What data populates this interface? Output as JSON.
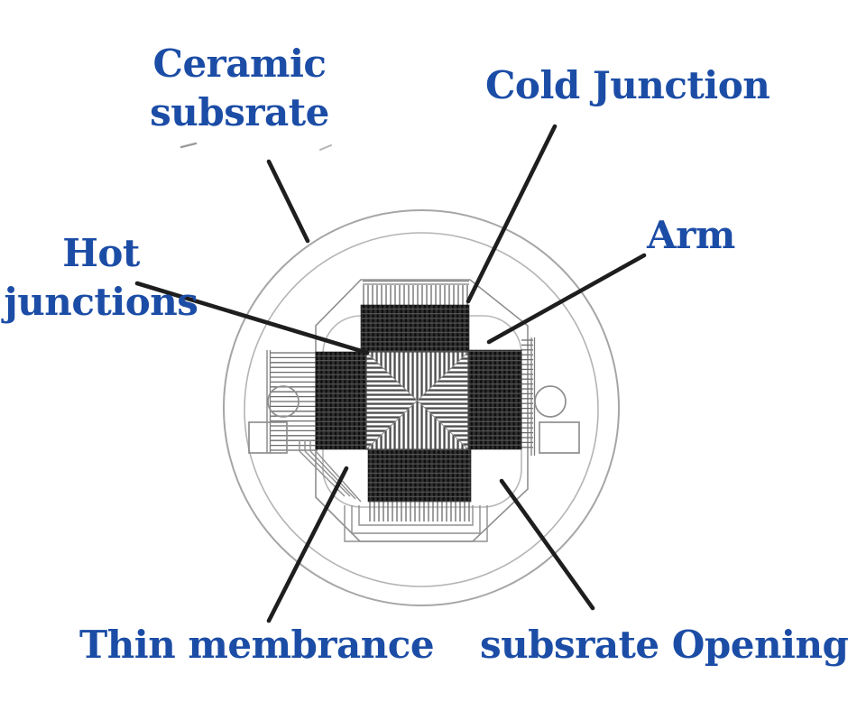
{
  "colors": {
    "label_blue": "#1c4da6",
    "leader_black": "#1e1e1e",
    "outline_gray": "#9a9a9a",
    "dark_block": "#2e2e2e"
  },
  "labels": {
    "ceramic_substrate": {
      "line1": "Ceramic",
      "line2": "subsrate"
    },
    "cold_junction": {
      "text": "Cold Junction"
    },
    "arm": {
      "text": "Arm"
    },
    "hot_junctions": {
      "line1": "Hot",
      "line2": "junctions"
    },
    "thin_membrane": {
      "text": "Thin membrance"
    },
    "substrate_opening": {
      "text": "subsrate Opening"
    }
  }
}
